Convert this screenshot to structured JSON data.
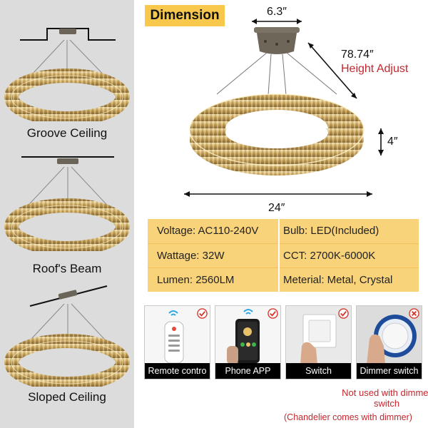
{
  "mount_types": [
    {
      "label": "Groove Ceiling"
    },
    {
      "label": "Roof's Beam"
    },
    {
      "label": "Sloped Ceiling"
    }
  ],
  "dimension": {
    "title": "Dimension",
    "canopy_width": "6.3″",
    "cable_length": "78.74″",
    "cable_note": "Height Adjust",
    "ring_height": "4″",
    "ring_diameter": "24″"
  },
  "specs": [
    {
      "left": "Voltage: AC110-240V",
      "right": "Bulb: LED(Included)"
    },
    {
      "left": "Wattage: 32W",
      "right": "CCT: 2700K-6000K"
    },
    {
      "left": "Lumen: 2560LM",
      "right": "Meterial: Metal, Crystal"
    }
  ],
  "controls": [
    {
      "label": "Remote contro",
      "status": "check",
      "icon": "remote-control-icon"
    },
    {
      "label": "Phone APP",
      "status": "check",
      "icon": "smartphone-icon"
    },
    {
      "label": "Switch",
      "status": "check",
      "icon": "wall-switch-icon"
    },
    {
      "label": "Dimmer switch",
      "status": "cross",
      "icon": "dimmer-knob-icon"
    }
  ],
  "notes": {
    "dimmer_warning": "Not used with dimmer switch",
    "included_note": "(Chandelier comes with dimmer)"
  },
  "colors": {
    "accent_yellow": "#f7c84c",
    "table_yellow": "#f9d37a",
    "warning_red": "#c6262e",
    "panel_gray": "#dcdcdc",
    "crystal_gold": "#c9a45a"
  }
}
